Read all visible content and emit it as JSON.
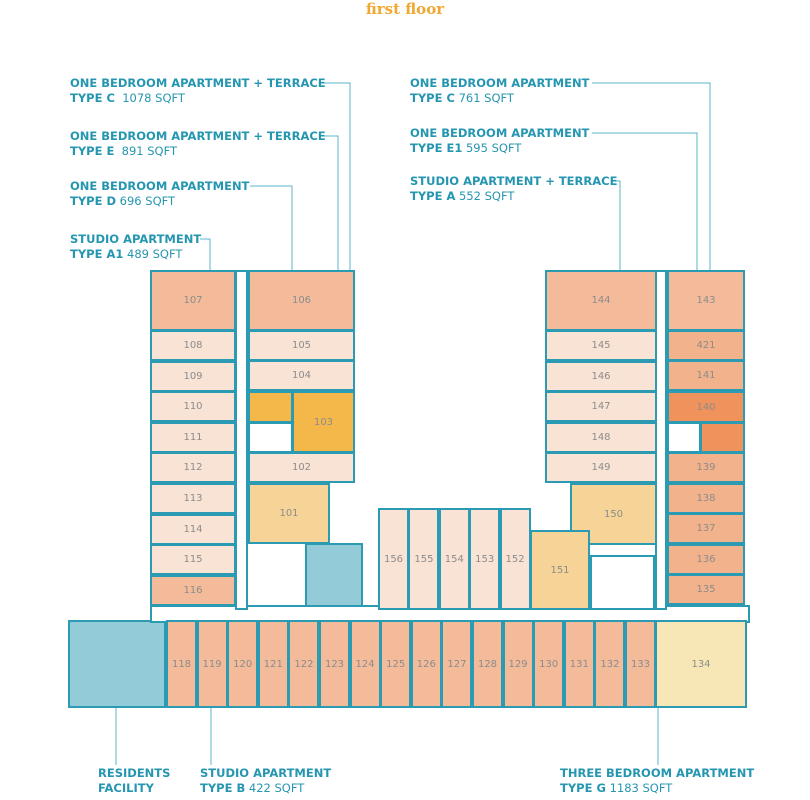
{
  "title": "first floor",
  "labels_left": [
    {
      "name": "ONE BEDROOM APARTMENT + TERRACE",
      "type": "TYPE C",
      "size": "1078 SQFT"
    },
    {
      "name": "ONE BEDROOM APARTMENT + TERRACE",
      "type": "TYPE E",
      "size": "891 SQFT"
    },
    {
      "name": "ONE BEDROOM APARTMENT",
      "type": "TYPE D",
      "size": "696 SQFT"
    },
    {
      "name": "STUDIO APARTMENT",
      "type": "TYPE A1",
      "size": "489 SQFT"
    }
  ],
  "labels_right": [
    {
      "name": "ONE BEDROOM APARTMENT",
      "type": "TYPE C",
      "size": "761 SQFT"
    },
    {
      "name": "ONE BEDROOM APARTMENT",
      "type": "TYPE E1",
      "size": "595 SQFT"
    },
    {
      "name": "STUDIO APARTMENT + TERRACE",
      "type": "TYPE A",
      "size": "552 SQFT"
    }
  ],
  "labels_bottom": [
    {
      "name": "RESIDENTS",
      "type": "FACILITY",
      "size": ""
    },
    {
      "name": "STUDIO APARTMENT",
      "type": "TYPE B",
      "size": "422 SQFT"
    },
    {
      "name": "THREE BEDROOM APARTMENT",
      "type": "TYPE G",
      "size": "1183 SQFT"
    }
  ],
  "units": [
    "101",
    "102",
    "103",
    "104",
    "105",
    "106",
    "107",
    "108",
    "109",
    "110",
    "111",
    "112",
    "113",
    "114",
    "115",
    "116",
    "118",
    "119",
    "120",
    "121",
    "122",
    "123",
    "124",
    "125",
    "126",
    "127",
    "128",
    "129",
    "130",
    "131",
    "132",
    "133",
    "134",
    "135",
    "136",
    "137",
    "138",
    "139",
    "140",
    "421",
    "141",
    "143",
    "144",
    "145",
    "146",
    "147",
    "148",
    "149",
    "150",
    "151",
    "152",
    "153",
    "154",
    "155",
    "156"
  ],
  "colors": {
    "line": "#2a9bb3",
    "title": "#f0a830",
    "label": "#2596b0"
  }
}
